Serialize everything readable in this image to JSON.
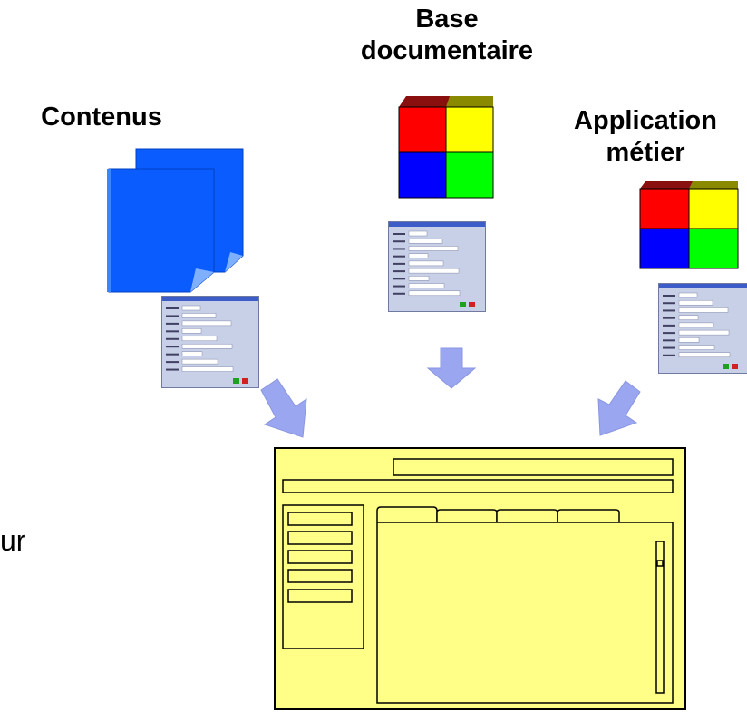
{
  "labels": {
    "contents": "Contenus",
    "doc_base_line1": "Base",
    "doc_base_line2": "documentaire",
    "app_line1": "Application",
    "app_line2": "métier",
    "left_fragment": "ur"
  },
  "colors": {
    "cube_red": "#ff0000",
    "cube_yellow": "#ffff00",
    "cube_blue": "#0000ff",
    "cube_green": "#00ff00",
    "page_blue": "#0a5cff",
    "arrow": "#9aa6f0",
    "window_fill": "#ffff88",
    "form_fill": "#c8d0e8"
  },
  "icons": [
    "documents-icon",
    "database-cube-icon",
    "form-screenshot-icon",
    "down-arrow-icon",
    "application-window-icon"
  ]
}
